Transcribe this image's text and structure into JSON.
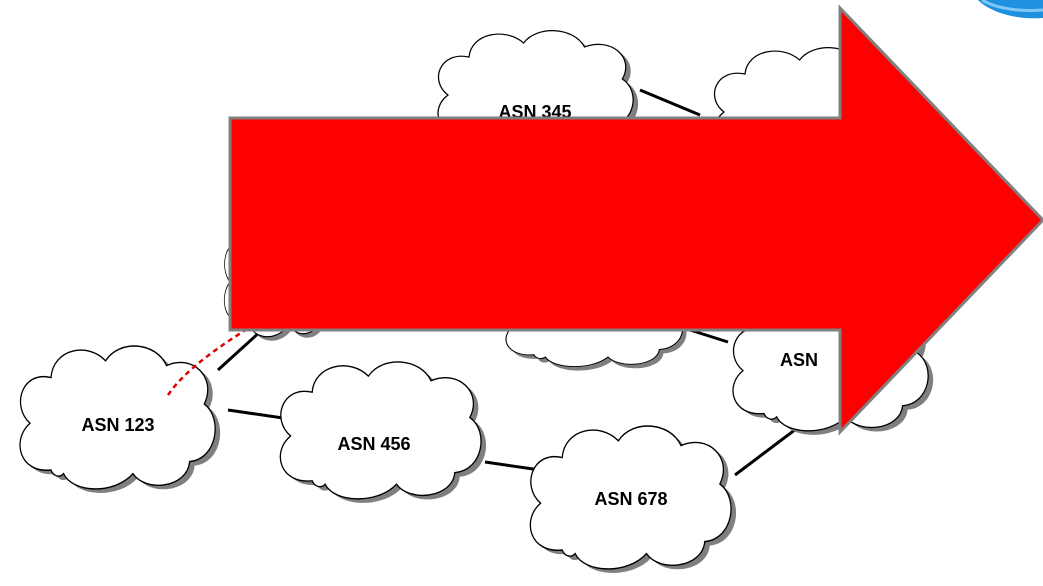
{
  "diagram": {
    "clouds": [
      {
        "id": "asn123",
        "label": "ASN 123"
      },
      {
        "id": "asn456",
        "label": "ASN 456"
      },
      {
        "id": "asn678",
        "label": "ASN 678"
      },
      {
        "id": "asn345",
        "label": "ASN 345"
      },
      {
        "id": "asn_right",
        "label": "ASN"
      },
      {
        "id": "asn_upper_right",
        "label": ""
      },
      {
        "id": "asn_left_mid",
        "label": ""
      },
      {
        "id": "asn_center_mid",
        "label": ""
      }
    ],
    "colors": {
      "arrow_fill": "#ff0000",
      "arrow_stroke": "#808080",
      "cloud_fill": "#ffffff",
      "cloud_stroke": "#000000",
      "cloud_shadow": "#7f7f7f",
      "link": "#000000",
      "dashed_path": "#dd0000",
      "corner_swoosh": "#1f8fe0"
    }
  }
}
